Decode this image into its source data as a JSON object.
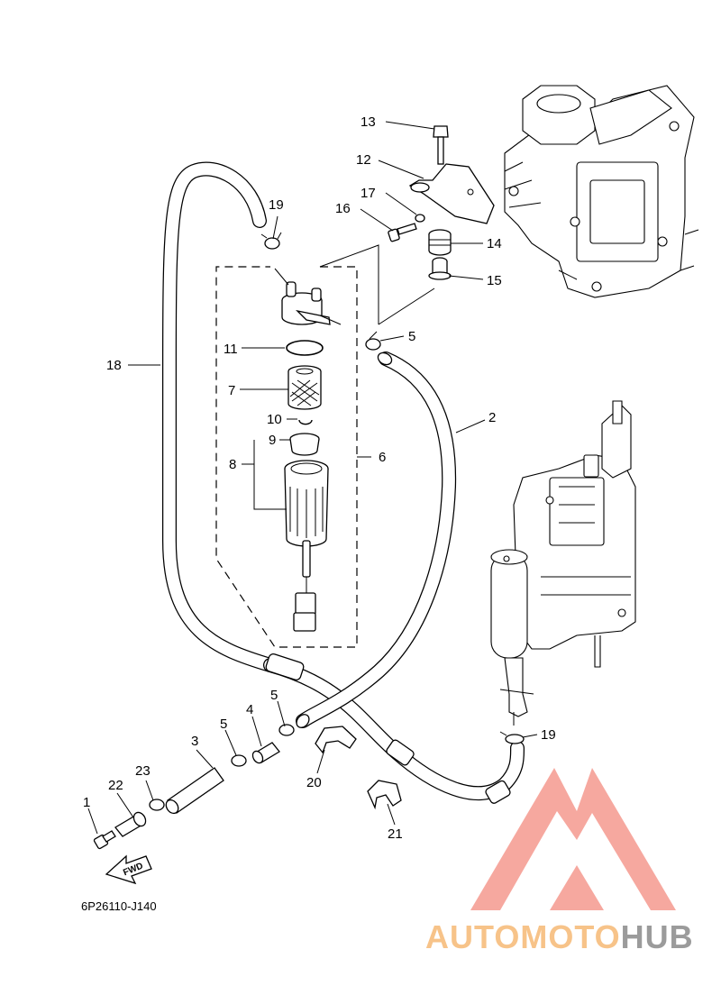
{
  "diagram_code": "6P26110-J140",
  "fwd_label": "FWD",
  "watermark": {
    "part1": "AUTOMOTO",
    "part2": "HUB",
    "colors": {
      "accent": "#f6a39a",
      "auto": "#f7c389",
      "moto": "#f4a3a3",
      "hub": "#9b9b9b"
    }
  },
  "callouts": {
    "c1": "1",
    "c2": "2",
    "c3": "3",
    "c4": "4",
    "c5a": "5",
    "c5b": "5",
    "c5c": "5",
    "c6": "6",
    "c7": "7",
    "c8": "8",
    "c9": "9",
    "c10": "10",
    "c11": "11",
    "c12": "12",
    "c13": "13",
    "c14": "14",
    "c15": "15",
    "c16": "16",
    "c17": "17",
    "c18": "18",
    "c19a": "19",
    "c19b": "19",
    "c20": "20",
    "c21": "21",
    "c22": "22",
    "c23": "23"
  }
}
